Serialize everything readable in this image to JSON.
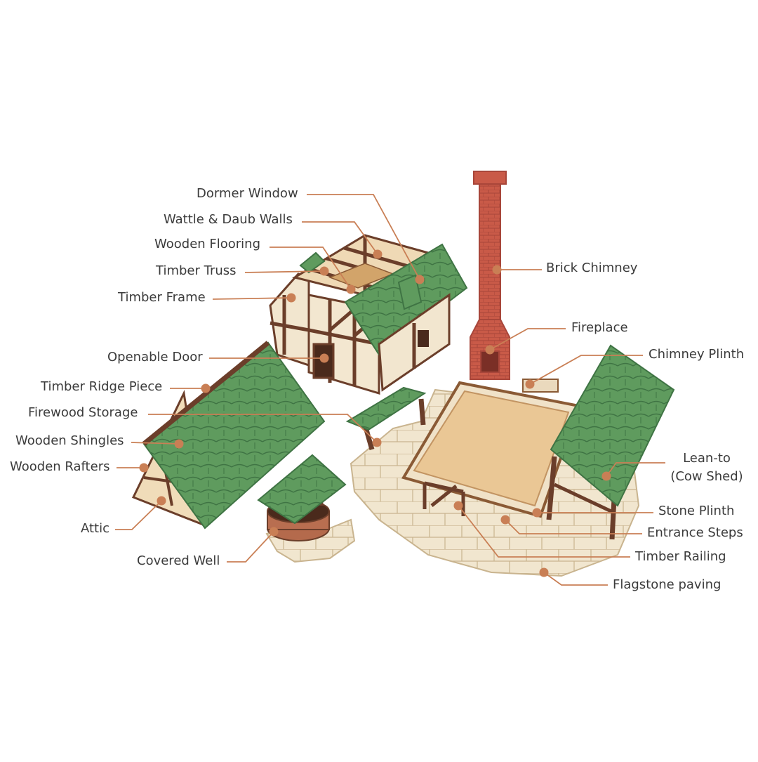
{
  "diagram": {
    "callouts": [
      {
        "id": "dormer-window",
        "text": "Dormer Window"
      },
      {
        "id": "wattle-daub-walls",
        "text": "Wattle & Daub Walls"
      },
      {
        "id": "wooden-flooring",
        "text": "Wooden Flooring"
      },
      {
        "id": "timber-truss",
        "text": "Timber Truss"
      },
      {
        "id": "timber-frame",
        "text": "Timber Frame"
      },
      {
        "id": "openable-door",
        "text": "Openable Door"
      },
      {
        "id": "timber-ridge-piece",
        "text": "Timber Ridge Piece"
      },
      {
        "id": "firewood-storage",
        "text": "Firewood Storage"
      },
      {
        "id": "wooden-shingles",
        "text": "Wooden Shingles"
      },
      {
        "id": "wooden-rafters",
        "text": "Wooden Rafters"
      },
      {
        "id": "attic",
        "text": "Attic"
      },
      {
        "id": "covered-well",
        "text": "Covered Well"
      },
      {
        "id": "brick-chimney",
        "text": "Brick Chimney"
      },
      {
        "id": "fireplace",
        "text": "Fireplace"
      },
      {
        "id": "chimney-plinth",
        "text": "Chimney Plinth"
      },
      {
        "id": "lean-to-line1",
        "text": "Lean-to"
      },
      {
        "id": "lean-to-line2",
        "text": "(Cow Shed)"
      },
      {
        "id": "stone-plinth",
        "text": "Stone Plinth"
      },
      {
        "id": "entrance-steps",
        "text": "Entrance Steps"
      },
      {
        "id": "timber-railing",
        "text": "Timber Railing"
      },
      {
        "id": "flagstone-paving",
        "text": "Flagstone paving"
      }
    ],
    "colors": {
      "leader": "#c97f55",
      "roof_green": "#5e9a5c",
      "roof_dark": "#3f7444",
      "timber": "#6b3e2a",
      "plaster": "#f2e6cf",
      "chimney": "#c55a4a",
      "paving": "#efe3cc",
      "floor": "#e9c795"
    }
  }
}
